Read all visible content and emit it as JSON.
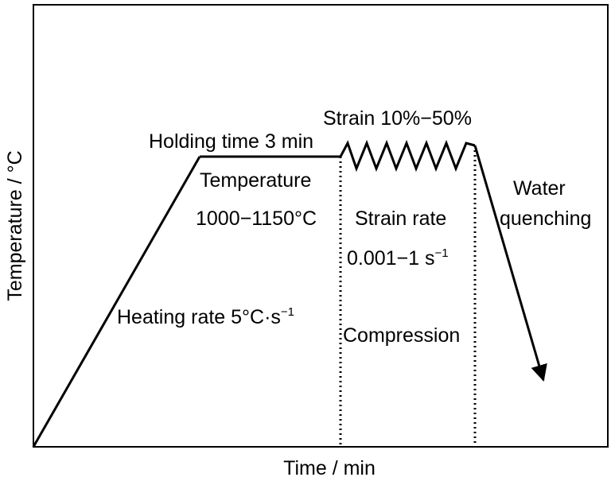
{
  "axes": {
    "x_label": "Time / min",
    "y_label": "Temperature / °C"
  },
  "annotations": {
    "strain_text": "Strain 10%−50%",
    "holding_text": "Holding time 3 min",
    "temperature_label": "Temperature",
    "temperature_range": "1000−1150°C",
    "strain_rate_label": "Strain rate",
    "strain_rate_value_main": "0.001−1 s",
    "strain_rate_value_exp": "−1",
    "heating_rate_main": "Heating rate 5°C·s",
    "heating_rate_exp": "−1",
    "compression_label": "Compression",
    "water_label": "Water",
    "quenching_label": "quenching"
  }
}
